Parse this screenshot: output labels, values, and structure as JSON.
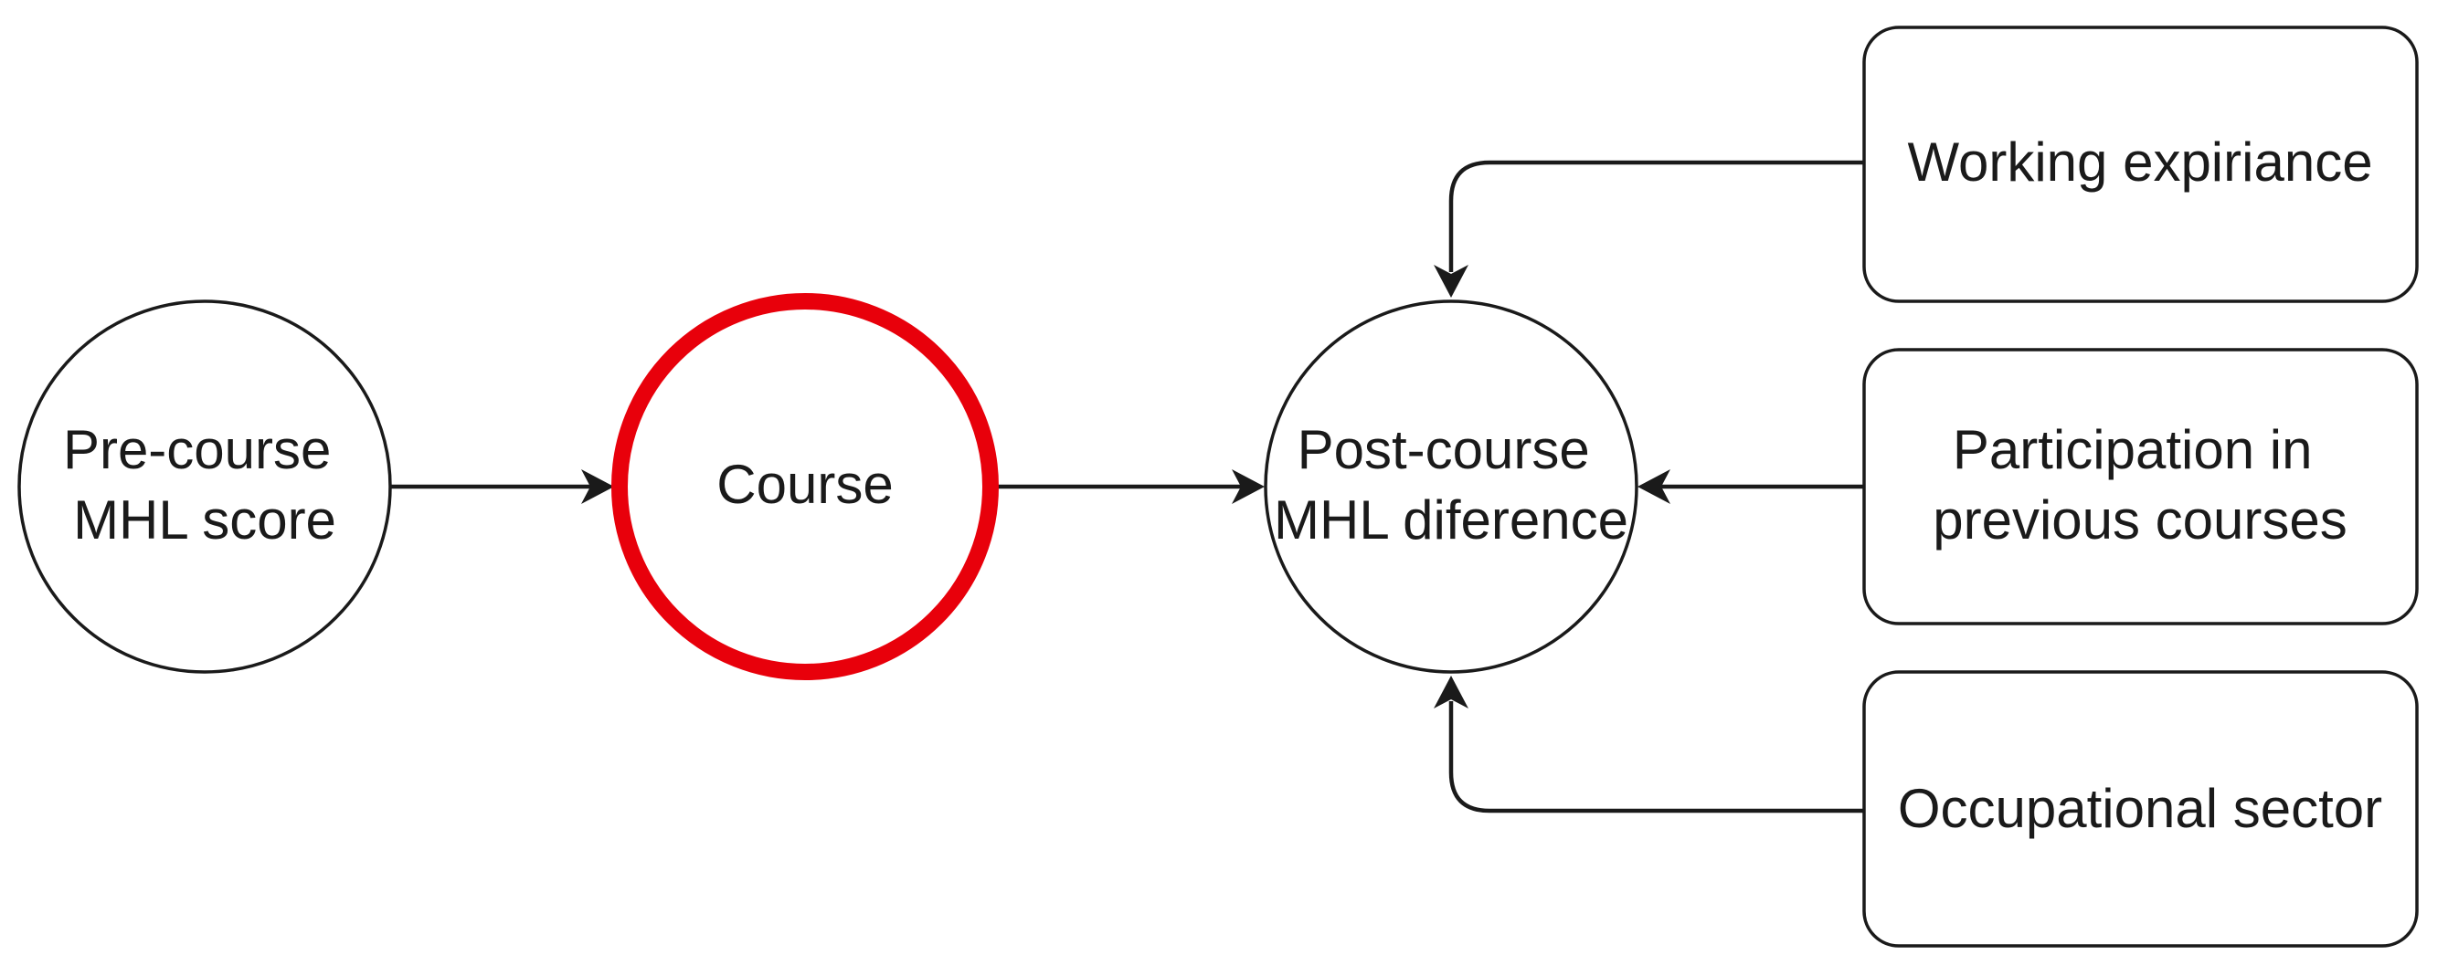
{
  "colors": {
    "node_stroke": "#1a1a1a",
    "highlight_stroke": "#e8000b",
    "text": "#1a1a1a",
    "background": "#ffffff"
  },
  "nodes": {
    "pre_course": {
      "lines": [
        "Pre-course",
        "MHL score"
      ]
    },
    "course": {
      "lines": [
        "Course"
      ]
    },
    "post_course": {
      "lines": [
        "Post-course",
        "MHL diference"
      ]
    },
    "working_experience": {
      "lines": [
        "Working expiriance"
      ]
    },
    "participation": {
      "lines": [
        "Participation in",
        "previous courses"
      ]
    },
    "occupational_sector": {
      "lines": [
        "Occupational sector"
      ]
    }
  }
}
